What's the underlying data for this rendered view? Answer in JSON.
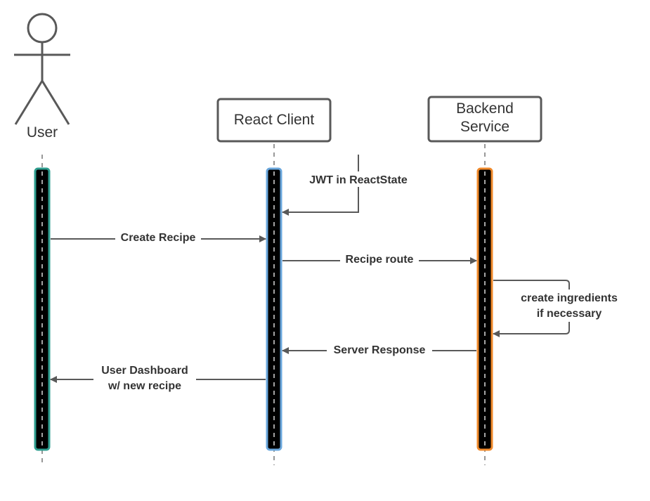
{
  "actors": {
    "user": {
      "label": "User",
      "color": "#2e9e8f"
    },
    "client": {
      "label": "React Client",
      "color": "#6aa7dd"
    },
    "backend": {
      "line1": "Backend",
      "line2": "Service",
      "color": "#f0892a"
    }
  },
  "messages": {
    "jwt": "JWT in ReactState",
    "create_recipe": "Create Recipe",
    "recipe_route": "Recipe route",
    "create_ingredients_1": "create ingredients",
    "create_ingredients_2": "if necessary",
    "server_response": "Server Response",
    "dashboard_1": "User Dashboard",
    "dashboard_2": "w/ new recipe"
  },
  "colors": {
    "line": "#595959",
    "text": "#333333",
    "activation_fill": "#000000",
    "lifeline_dash": "#d9d9d9"
  }
}
